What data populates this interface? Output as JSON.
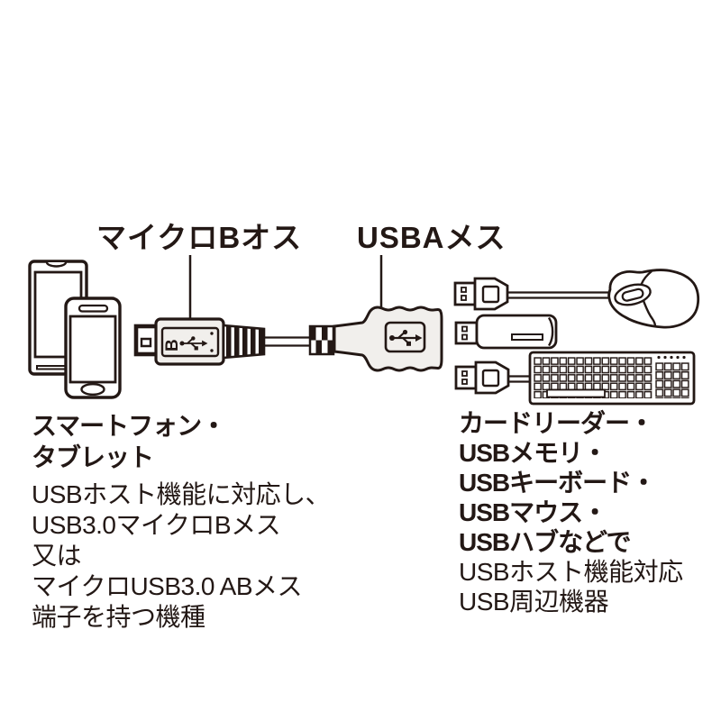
{
  "colors": {
    "background": "#ffffff",
    "ink": "#231815",
    "connector_fill": "#f1efec"
  },
  "callouts": {
    "micro_b_label": "マイクロBオス",
    "usb_a_label": "USBAメス"
  },
  "adapter": {
    "micro_b_marking": "B"
  },
  "icons": {
    "usb_trident": "usb-trident-icon",
    "micro_b_plug": "micro-b-plug-icon",
    "usb_a_receptacle": "usb-a-female-icon",
    "smartphone": "smartphone-icon",
    "tablet": "tablet-icon",
    "mouse": "mouse-icon",
    "usb_memory": "usb-memory-icon",
    "keyboard": "keyboard-icon"
  },
  "left_caption": {
    "title_lines": [
      "スマートフォン・",
      "タブレット"
    ],
    "body_lines": [
      "USBホスト機能に対応し、",
      "USB3.0マイクロBメス",
      "又は",
      "マイクロUSB3.0 ABメス",
      "端子を持つ機種"
    ]
  },
  "right_caption": {
    "title_lines": [
      "カードリーダー・",
      "USBメモリ・",
      "USBキーボード・",
      "USBマウス・",
      "USBハブなどで"
    ],
    "body_lines": [
      "USBホスト機能対応",
      "USB周辺機器"
    ]
  }
}
